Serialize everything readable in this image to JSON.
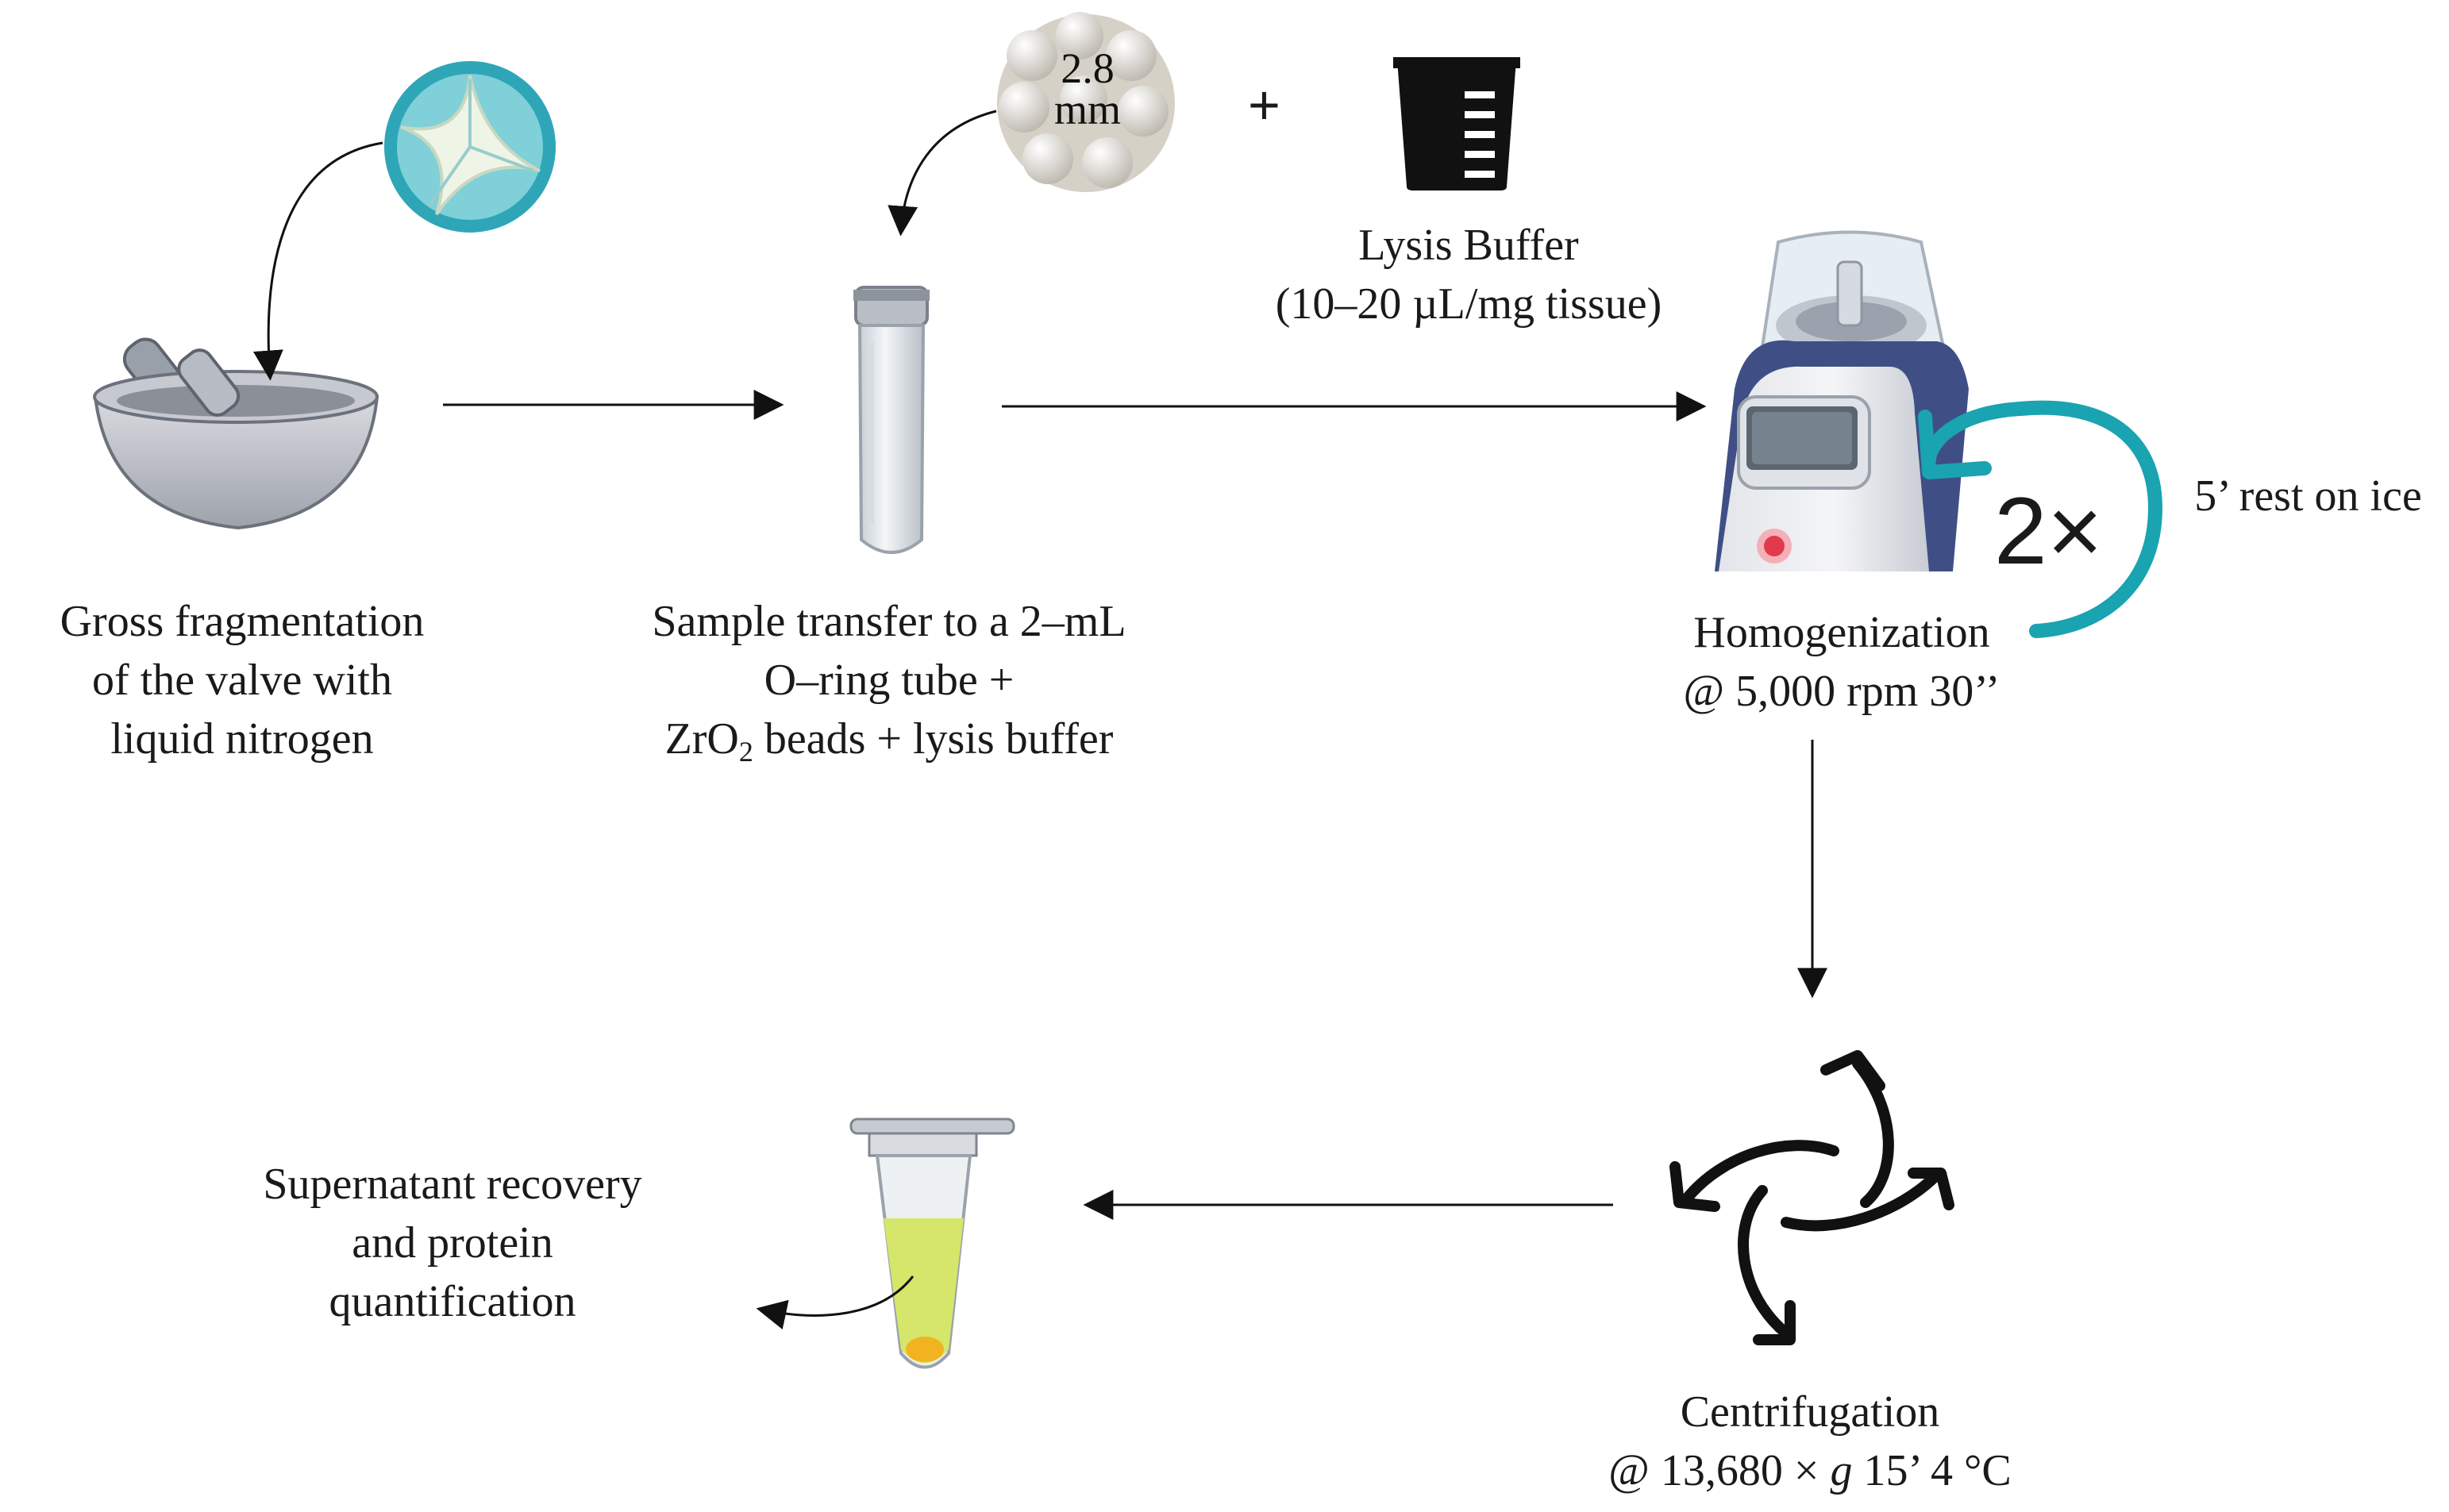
{
  "steps": {
    "fragmentation": [
      "Gross fragmentation",
      "of the valve with",
      "liquid nitrogen"
    ],
    "transfer": {
      "line1": "Sample transfer to a 2–mL",
      "line2": "O–ring tube +",
      "line3_pre": "ZrO",
      "line3_sub": "2",
      "line3_post": " beads + lysis buffer"
    },
    "lysis_buffer": [
      "Lysis Buffer",
      "(10–20 µL/mg tissue)"
    ],
    "homogenization": [
      "Homogenization",
      "@ 5,000 rpm 30’’"
    ],
    "rest": "5’ rest on ice",
    "repeat": "2×",
    "centrifugation": {
      "line1": "Centrifugation",
      "line2_pre": "@ 13,680 × ",
      "line2_g": "g",
      "line2_post": " 15’ 4 °C"
    },
    "supernatant": [
      "Supernatant recovery",
      "and protein",
      "quantification"
    ]
  },
  "beads": {
    "size_line1": "2.8",
    "size_line2": "mm"
  },
  "plus": "+",
  "colors": {
    "teal": "#1aa3b0",
    "homogenizer_blue": "#3f4f86",
    "liquid": "#d5e66a",
    "pellet": "#f2b320"
  }
}
